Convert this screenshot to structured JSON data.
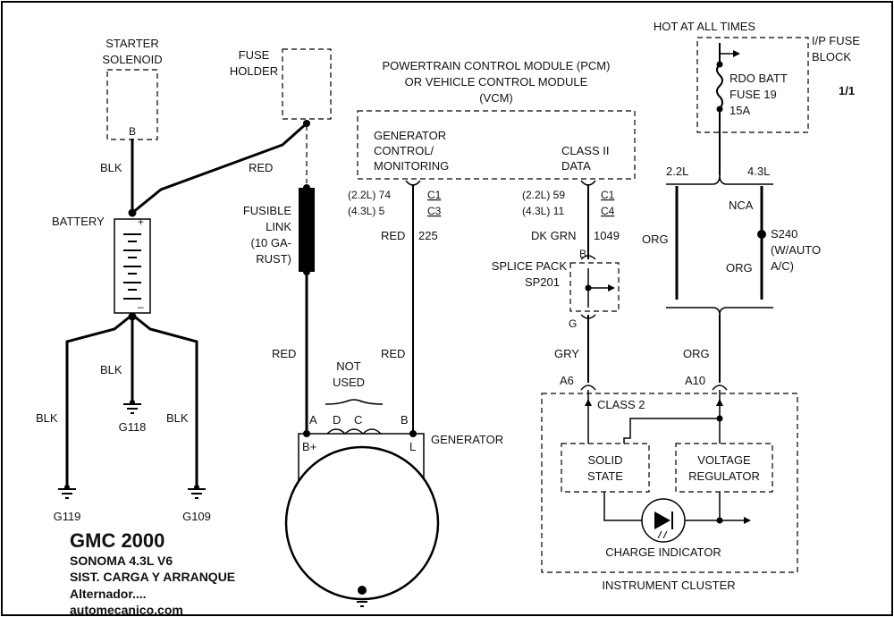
{
  "starter_solenoid": {
    "line1": "STARTER",
    "line2": "SOLENOID",
    "pin": "B"
  },
  "fuse_holder": {
    "line1": "FUSE",
    "line2": "HOLDER"
  },
  "pcm": {
    "line1": "POWERTRAIN CONTROL MODULE (PCM)",
    "line2": "OR VEHICLE CONTROL MODULE",
    "line3": "(VCM)",
    "gen_ctrl_1": "GENERATOR",
    "gen_ctrl_2": "CONTROL/",
    "gen_ctrl_3": "MONITORING",
    "class2_1": "CLASS II",
    "class2_2": "DATA",
    "gen_pin_22": "(2.2L)  74",
    "gen_pin_43": "(4.3L)    5",
    "gen_conn_1": "C1",
    "gen_conn_2": "C3",
    "data_pin_22": "(2.2L)  59",
    "data_pin_43": "(4.3L)  11",
    "data_conn_1": "C1",
    "data_conn_2": "C4"
  },
  "hot_at_all_times": "HOT AT ALL TIMES",
  "ip_fuse_block": {
    "line1": "I/P FUSE",
    "line2": "BLOCK",
    "page": "1/1"
  },
  "fuse19": {
    "line1": "RDO BATT",
    "line2": "FUSE 19",
    "line3": "15A"
  },
  "wires": {
    "blk_solenoid": "BLK",
    "red_fuse": "RED",
    "red_225": "RED",
    "circuit_225": "225",
    "dkgrn": "DK GRN",
    "circuit_1049": "1049",
    "red_lower_left": "RED",
    "red_lower_mid": "RED",
    "blk_g118": "BLK",
    "blk_g119": "BLK",
    "blk_g109": "BLK",
    "gry": "GRY",
    "org_left": "ORG",
    "org_right": "ORG",
    "org_lower": "ORG",
    "variant_22": "2.2L",
    "variant_43": "4.3L",
    "nca": "NCA"
  },
  "battery": "BATTERY",
  "fusible_link": {
    "line1": "FUSIBLE",
    "line2": "LINK",
    "line3": "(10 GA-",
    "line4": "RUST)"
  },
  "splice": {
    "line1": "SPLICE PACK",
    "line2": "SP201",
    "pin_b": "B",
    "pin_g": "G"
  },
  "s240": {
    "line1": "S240",
    "line2": "(W/AUTO",
    "line3": "A/C)"
  },
  "not_used": {
    "line1": "NOT",
    "line2": "USED"
  },
  "generator": {
    "label": "GENERATOR",
    "pin_a": "A",
    "pin_d": "D",
    "pin_c": "C",
    "pin_b": "B",
    "bplus": "B+",
    "l": "L"
  },
  "grounds": {
    "g118": "G118",
    "g119": "G119",
    "g109": "G109"
  },
  "cluster": {
    "label": "INSTRUMENT CLUSTER",
    "pin_a6": "A6",
    "pin_a10": "A10",
    "class2": "CLASS 2",
    "solid_state_1": "SOLID",
    "solid_state_2": "STATE",
    "vreg_1": "VOLTAGE",
    "vreg_2": "REGULATOR",
    "charge_indicator": "CHARGE INDICATOR"
  },
  "footer": {
    "title": "GMC 2000",
    "line1": "SONOMA  4.3L  V6",
    "line2": "SIST. CARGA Y ARRANQUE",
    "line3": "Alternador....",
    "line4": "automecanico.com"
  }
}
